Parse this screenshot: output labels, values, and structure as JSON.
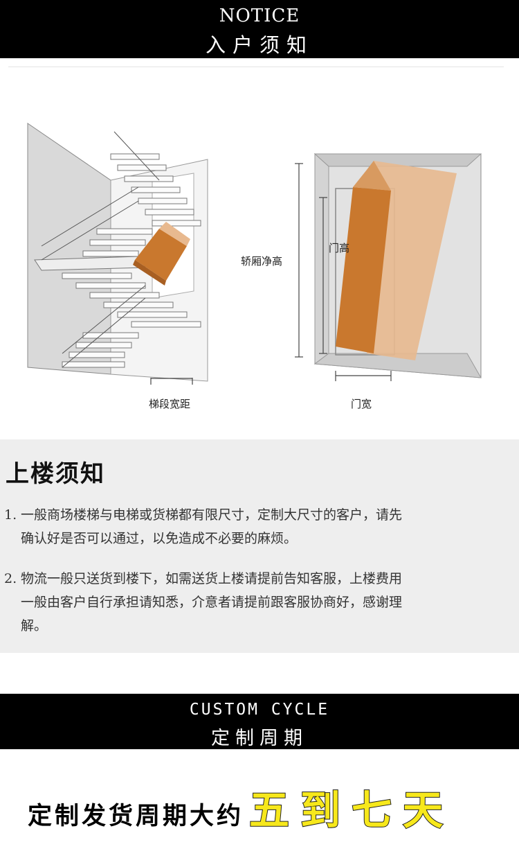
{
  "notice_banner": {
    "english": "NOTICE",
    "chinese": "入户须知"
  },
  "illustration": {
    "stair_caption": "梯段宽距",
    "car_height_label": "轿厢净高",
    "door_height_label": "门高",
    "door_width_caption": "门宽",
    "box_color": "#c9782e",
    "box_color_light": "#e8b98f"
  },
  "notes": {
    "title": "上楼须知",
    "items": [
      {
        "num": "1.",
        "line1": "一般商场楼梯与电梯或货梯都有限尺寸，定制大尺寸的客户，请先",
        "line2": "确认好是否可以通过，以免造成不必要的麻烦。",
        "line3": ""
      },
      {
        "num": "2.",
        "line1": "物流一般只送货到楼下，如需送货上楼请提前告知客服，上楼费用",
        "line2": "一般由客户自行承担请知悉，介意者请提前跟客服协商好，感谢理",
        "line3": "解。"
      }
    ]
  },
  "cycle_banner": {
    "english": "CUSTOM CYCLE",
    "chinese": "定制周期"
  },
  "cycle_statement": {
    "prefix": "定制发货周期大约",
    "highlight": "五到七天",
    "highlight_color": "#f7e81b"
  }
}
